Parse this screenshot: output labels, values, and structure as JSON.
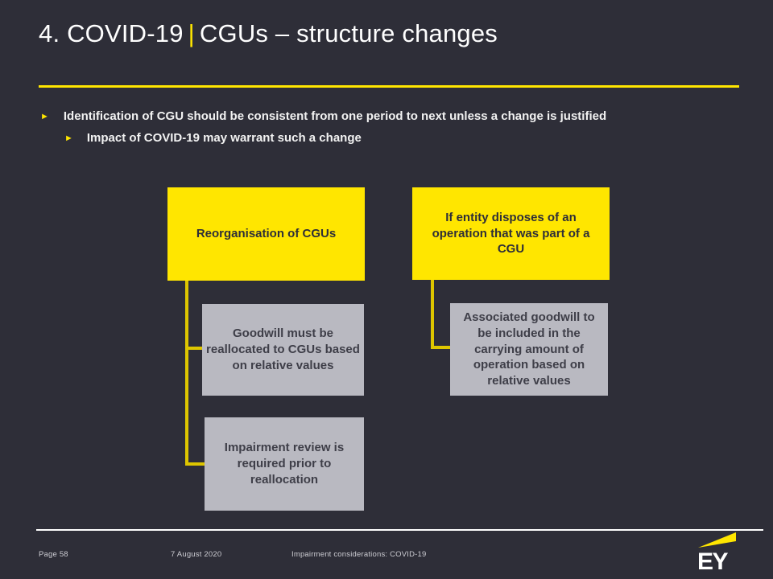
{
  "title": {
    "prefix": "4. COVID-19",
    "divider": "|",
    "suffix": "CGUs – structure changes"
  },
  "bullets": {
    "marker_glyph": "►",
    "items": [
      {
        "label": "Identification of CGU should be consistent from one period to next unless a change is justified"
      },
      {
        "label": "Impact of COVID-19 may warrant such a change"
      }
    ]
  },
  "diagram": {
    "parent_nodes": [
      {
        "label": "Reorganisation of CGUs"
      },
      {
        "label": "If entity disposes of an operation that was part of a CGU"
      }
    ],
    "child_nodes": [
      {
        "label": "Goodwill must be reallocated to CGUs based on relative values"
      },
      {
        "label": "Associated goodwill to be included in the carrying amount of operation based on relative values"
      },
      {
        "label": "Impairment review is required prior to reallocation"
      }
    ]
  },
  "footer": {
    "page": "Page 58",
    "date": "7 August 2020",
    "doc_title": "Impairment considerations: COVID-19",
    "logo_text": "EY"
  },
  "colors": {
    "background": "#2E2E38",
    "accent_yellow": "#FFE600",
    "connector_yellow": "#DEC600",
    "gray_box": "#B9B9C1",
    "text_light": "#F2F2F2"
  }
}
